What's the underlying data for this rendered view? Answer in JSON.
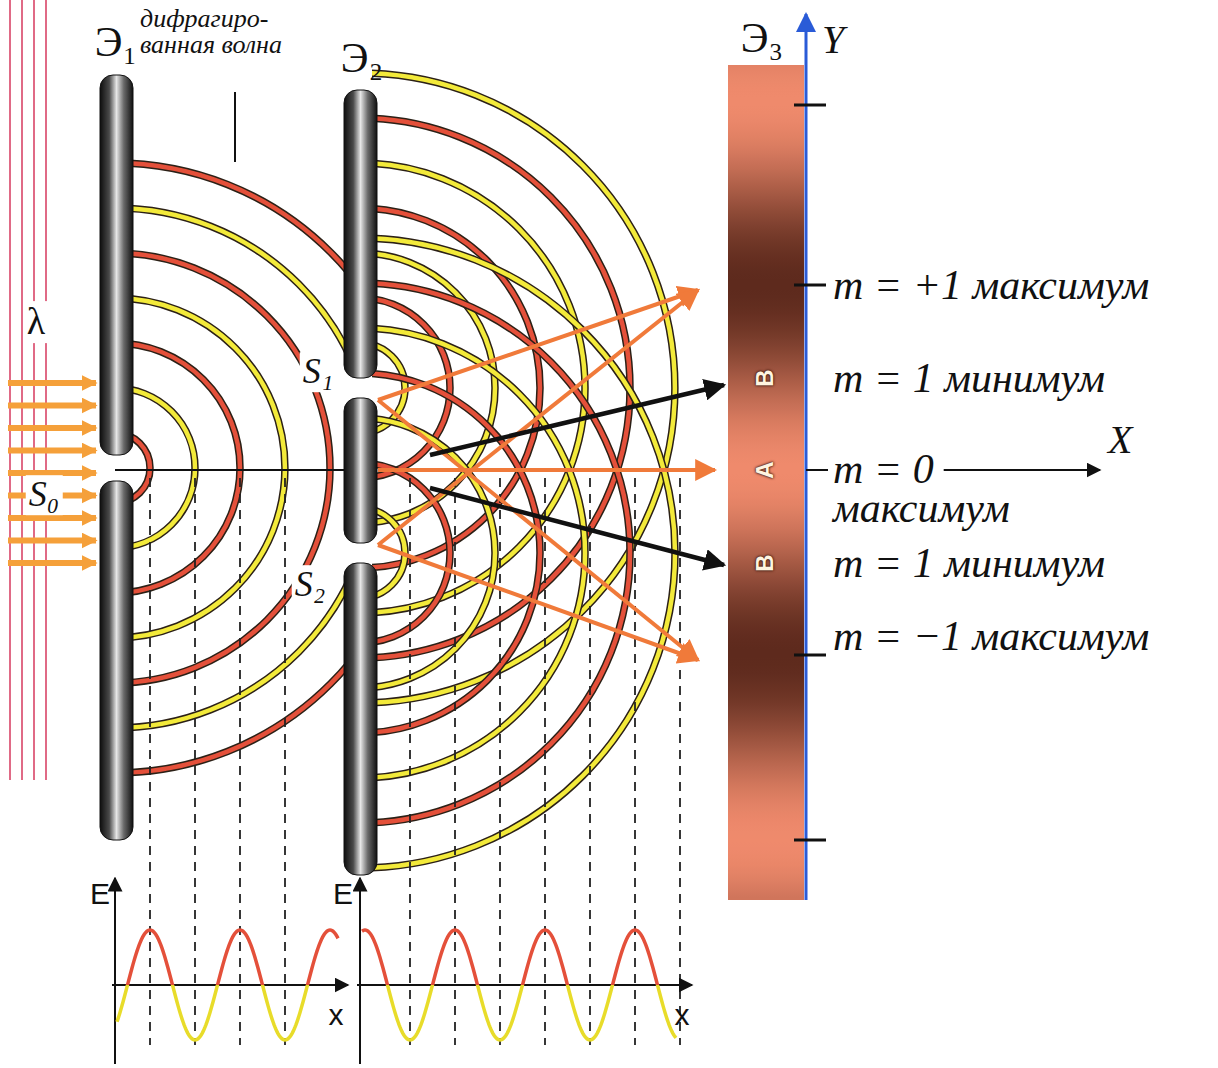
{
  "diagram": {
    "labels": [
      "Э₁",
      "дифрагиро- ванная волна",
      "Э₂",
      "Э₃",
      "Y",
      "λ",
      "m = +1 максимум",
      "S₁",
      "В",
      "m = 1 минимум",
      "m = 0 максимум",
      "X",
      "S₀",
      "А",
      "В",
      "m = 1 минимум",
      "S₂",
      "m = −1 максимум",
      "E",
      "x",
      "E",
      "x"
    ]
  }
}
